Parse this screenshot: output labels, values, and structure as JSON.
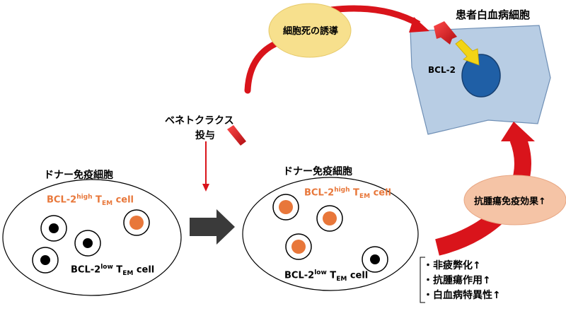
{
  "cell_death_label": "細胞死の誘導",
  "patient_cell_title": "患者白血病細胞",
  "bcl2_label": "BCL-2",
  "venetoclax_line1": "ベネトクラクス",
  "venetoclax_line2": "投与",
  "donor_left_title": "ドナー免疫細胞",
  "donor_right_title": "ドナー免疫細胞",
  "antitumor_label": "抗腫瘍免疫効果↑",
  "bcl2_high": {
    "main": "BCL-2",
    "sup": "high",
    "t": " T",
    "sub": "EM",
    "cell": " cell"
  },
  "bcl2_low": {
    "main": "BCL-2",
    "sup": "low",
    "t": " T",
    "sub": "EM",
    "cell": " cell"
  },
  "effects": [
    "・非疲弊化↑",
    "・抗腫瘍作用↑",
    "・白血病特異性↑"
  ],
  "colors": {
    "orange_cell": "#e8773a",
    "red_arrow": "#d9141b",
    "patient_cell_fill": "#b8cde4",
    "nucleus": "#1f5fa6",
    "bubble_yellow": "#f7e08d",
    "bubble_peach": "#f5c4a6",
    "big_arrow": "#3a3a3a"
  }
}
